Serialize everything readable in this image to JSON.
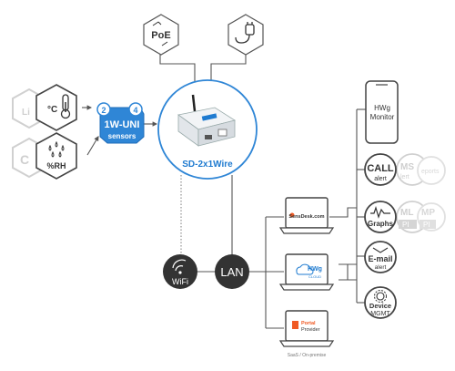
{
  "labels": {
    "poe": "PoE",
    "sensor_temp_ghost": "Li",
    "sensor_humid_ghost": "C",
    "humidity_unit": "%RH",
    "temp_unit": "°C",
    "hub_left_num": "2",
    "hub_right_num": "4",
    "hub_title": "1W-UNI",
    "hub_sub": "sensors",
    "device_name": "SD-2x1Wire",
    "wifi": "WiFi",
    "lan": "LAN",
    "sensdesk": "SensDesk.com",
    "hwg_cloud_main": "HWg",
    "hwg_cloud_sub": "CLOUD",
    "portal_line1": "Portal",
    "portal_line2": "Provider",
    "saas_caption": "SaaS / On-premise",
    "monitor_line1": "HWg",
    "monitor_line2": "Monitor",
    "call_title": "CALL",
    "call_sub": "alert",
    "sms_ghost1": "MS",
    "sms_ghost2": "lert",
    "reports_ghost": "eports",
    "graphs": "Graphs",
    "xml_ghost1": "ML",
    "xml_ghost2": "PI",
    "snmp_ghost1": "MP",
    "snmp_ghost2": "PI",
    "email_title": "E-mail",
    "email_sub": "alert",
    "device_mgmt1": "Device",
    "device_mgmt2": "MGMT"
  },
  "colors": {
    "line": "#555555",
    "blue": "#1f7bd0",
    "hub_fill": "#2f86d6",
    "dark_circle": "#333333",
    "ghost": "#cfcfcf",
    "sensdesk_orange": "#f05a24"
  }
}
